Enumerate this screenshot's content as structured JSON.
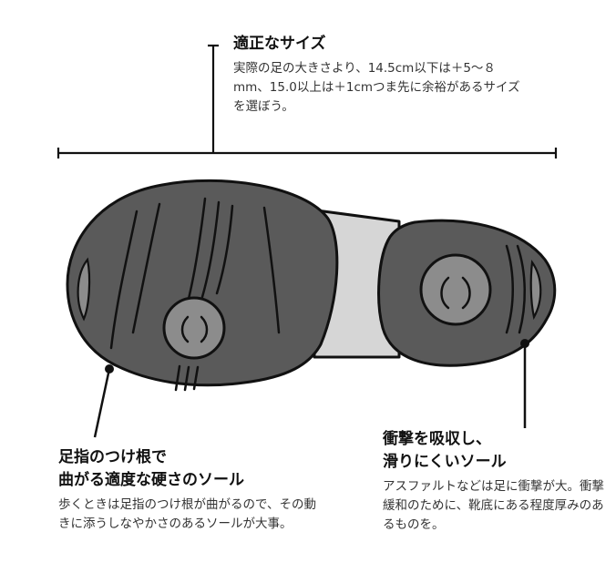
{
  "callouts": {
    "proper_size": {
      "title": "適正なサイズ",
      "body": "実際の足の大きさより、14.5cm以下は＋5〜８mm、15.0以上は＋1cmつま先に余裕があるサイズを選ぼう。"
    },
    "toe_sole": {
      "title_line1": "足指のつけ根で",
      "title_line2": "曲がる適度な硬さのソール",
      "body": "歩くときは足指のつけ根が曲がるので、その動きに添うしなやかさのあるソールが大事。"
    },
    "shock_sole": {
      "title_line1": "衝撃を吸収し、",
      "title_line2": "滑りにくいソール",
      "body": "アスファルトなどは足に衝撃が大。衝撃緩和のために、靴底にある程度厚みのあるものを。"
    }
  },
  "colors": {
    "sole_dark": "#5a5a5a",
    "sole_middle": "#d6d6d6",
    "pad": "#8c8c8c",
    "outline": "#111111"
  }
}
